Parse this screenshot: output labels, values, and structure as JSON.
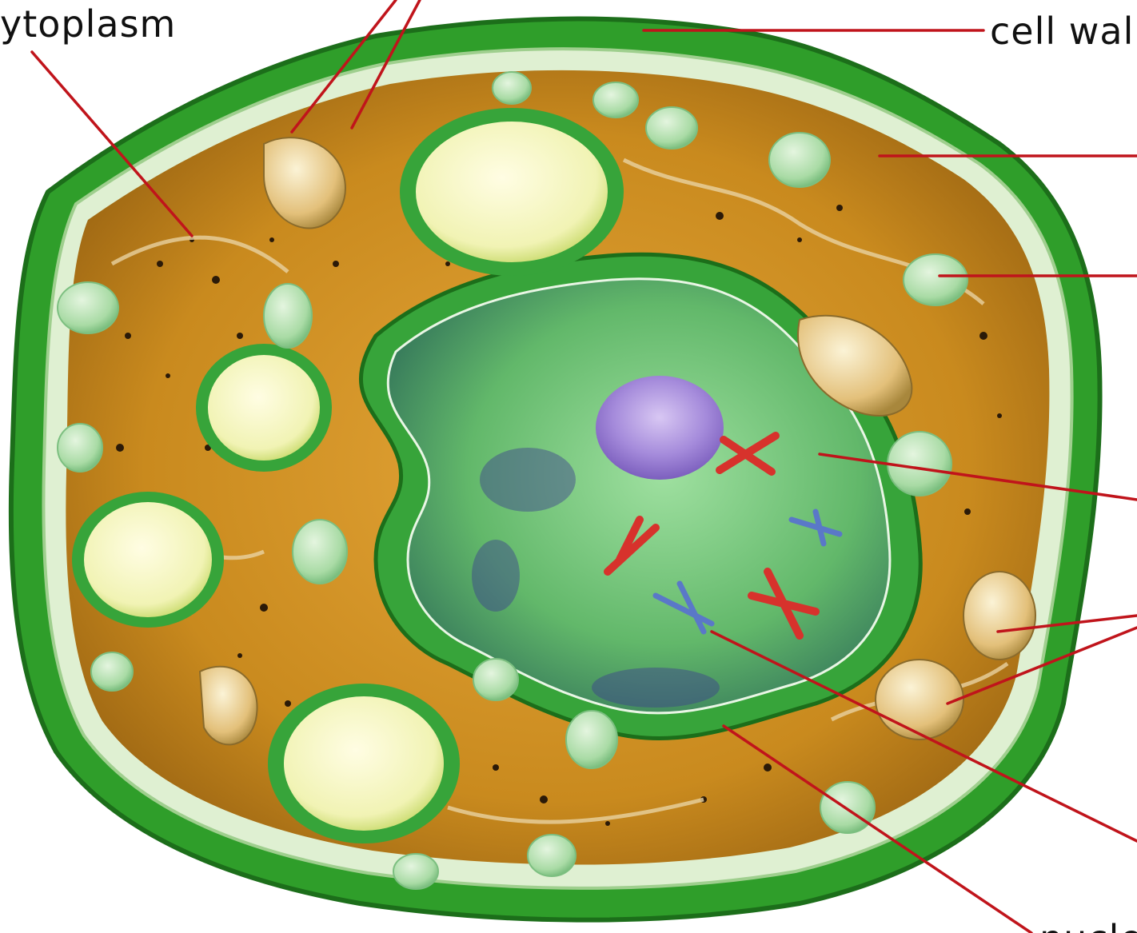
{
  "figure": {
    "description_type": "plant cell cross-section diagram",
    "labels": {
      "cytoplasm": "ytoplasm",
      "cell_wall": "cell wal",
      "nucleolus": "nucleo"
    },
    "colors": {
      "leader_line": "#c0141b",
      "cell_wall": "#2f9e2a",
      "cytoplasm": "#c98a1e",
      "nucleus": "#6fbf73",
      "nucleolus": "#9c7fd1",
      "chloroplast": "#a9dba5",
      "vacuole": "#f1f3b4"
    }
  }
}
